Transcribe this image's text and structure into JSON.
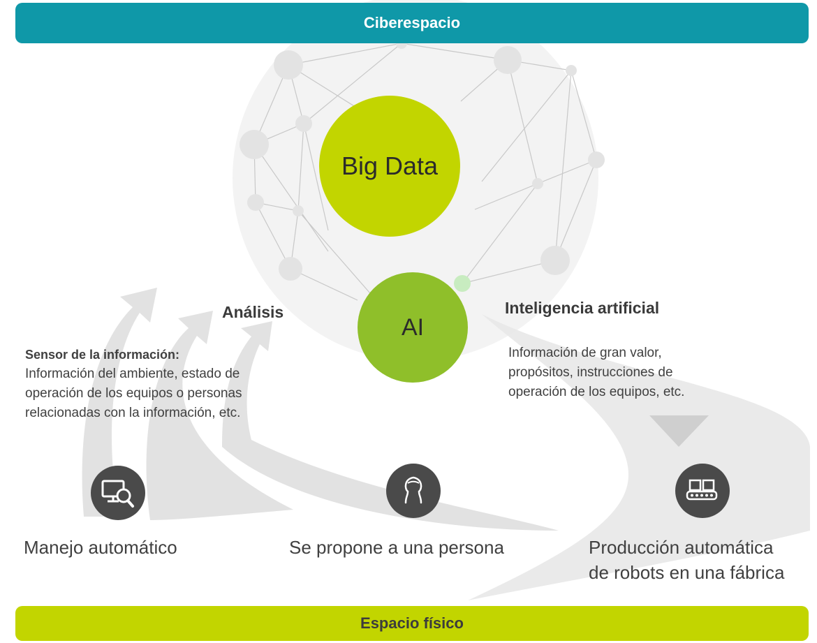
{
  "top_bar": {
    "label": "Ciberespacio"
  },
  "bottom_bar": {
    "label": "Espacio físico"
  },
  "center": {
    "big_data_label": "Big Data",
    "ai_label": "AI"
  },
  "left": {
    "heading": "Análisis",
    "sensor_title": "Sensor de la información:",
    "sensor_lines": [
      "Información del ambiente, estado de",
      "operación de los equipos o personas",
      "relacionadas con la información, etc."
    ]
  },
  "right": {
    "heading": "Inteligencia artificial",
    "lines": [
      "Información de gran valor,",
      "propósitos, instrucciones de",
      "operación de los equipos, etc."
    ]
  },
  "examples": [
    {
      "icon": "monitor-search-icon",
      "label_lines": [
        "Manejo automático"
      ]
    },
    {
      "icon": "person-head-icon",
      "label_lines": [
        "Se propone a una persona"
      ]
    },
    {
      "icon": "factory-robot-icon",
      "label_lines": [
        "Producción automática",
        "de robots en una fábrica"
      ]
    }
  ],
  "colors": {
    "cyberspace_bar": "#0f98a8",
    "physical_bar": "#c2d500",
    "big_data_circle": "#c2d500",
    "ai_circle": "#8fbf2a",
    "arrows": "#dcdcdc",
    "network_nodes": "#e3e3e3",
    "icon_bg": "#4a4a4a"
  }
}
